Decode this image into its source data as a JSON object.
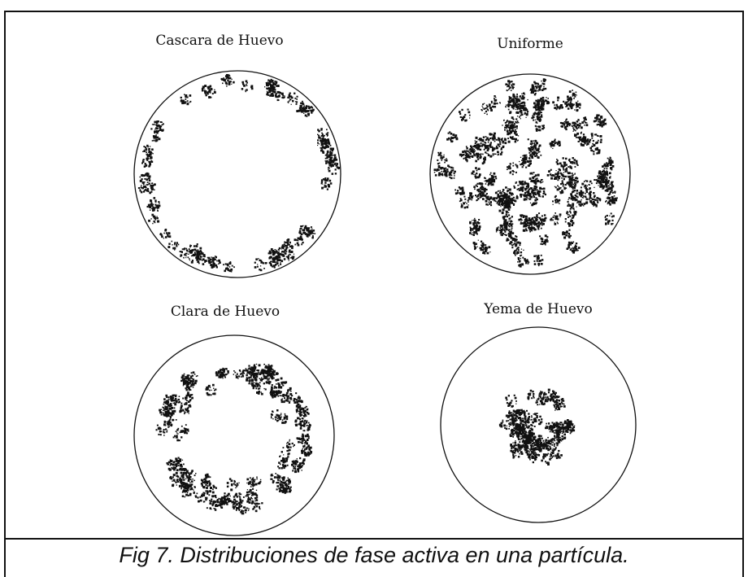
{
  "figure": {
    "panels": [
      {
        "id": "cascara",
        "title": "Cascara de Huevo",
        "distribution": "outer-shell"
      },
      {
        "id": "uniforme",
        "title": "Uniforme",
        "distribution": "uniform"
      },
      {
        "id": "clara",
        "title": "Clara de Huevo",
        "distribution": "intermediate-ring"
      },
      {
        "id": "yema",
        "title": "Yema de Huevo",
        "distribution": "core"
      }
    ],
    "caption": "Fig 7. Distribuciones de fase activa en una partícula.",
    "colors": {
      "ink": "#111111",
      "paper": "#ffffff"
    }
  }
}
